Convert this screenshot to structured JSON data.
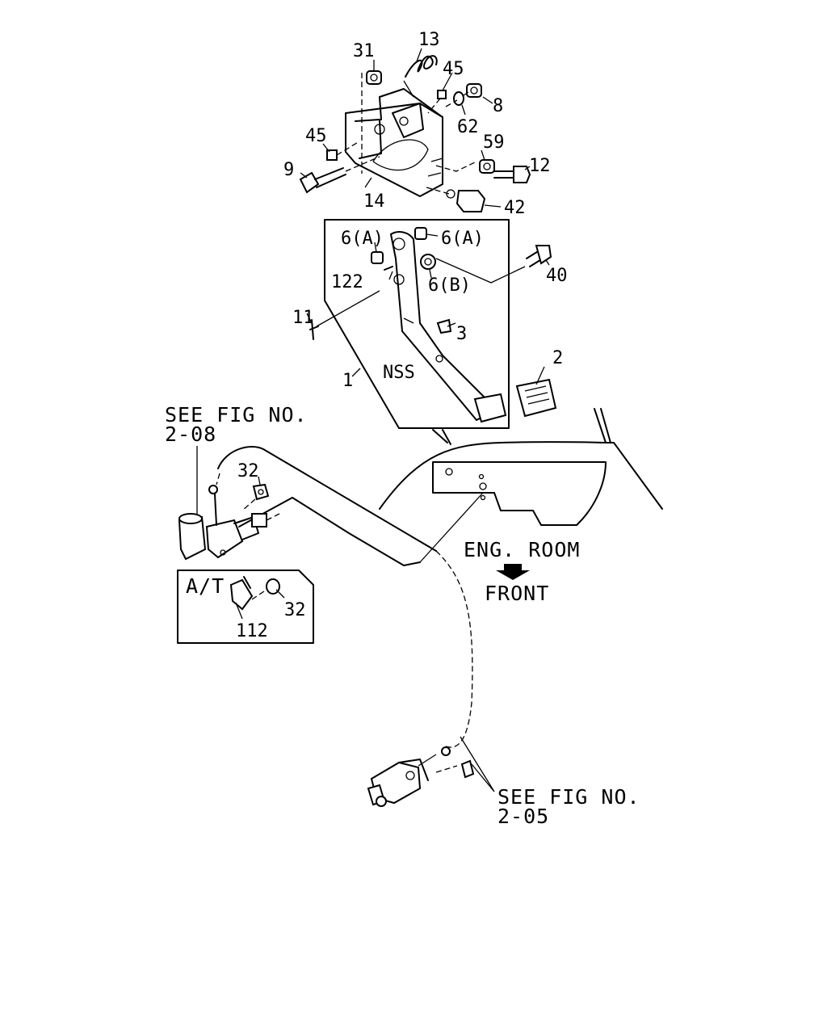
{
  "labels": {
    "p31": "31",
    "p13": "13",
    "p45a": "45",
    "p8": "8",
    "p62": "62",
    "p45b": "45",
    "p59": "59",
    "p9": "9",
    "p12": "12",
    "p14": "14",
    "p42": "42",
    "p6a1": "6(A)",
    "p6a2": "6(A)",
    "p40": "40",
    "p122": "122",
    "p6b": "6(B)",
    "p11": "11",
    "p3": "3",
    "p2": "2",
    "p1": "1",
    "nss": "NSS",
    "p32a": "32",
    "p32b": "32",
    "p112": "112",
    "at": "A/T"
  },
  "references": {
    "see_fig_1": "SEE FIG NO.",
    "see_fig_1_num": "2-08",
    "see_fig_2": "SEE FIG NO.",
    "see_fig_2_num": "2-05"
  },
  "orientation": {
    "eng_room": "ENG. ROOM",
    "front": "FRONT"
  }
}
